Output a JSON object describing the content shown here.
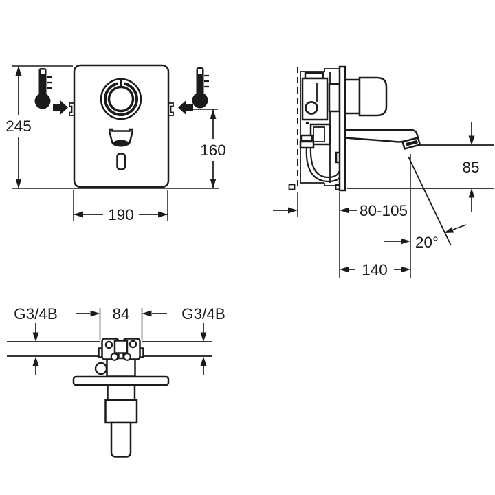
{
  "drawing": {
    "colors": {
      "background": "#ffffff",
      "line": "#1b1b1b"
    },
    "icons": {
      "left_temperature": "thermometer-icon",
      "right_temperature": "thermometer-icon",
      "left_inlet": "arrow-right-icon",
      "right_inlet": "arrow-left-icon"
    },
    "front_view": {
      "dim_height": "245",
      "dim_inlet_to_bottom": "160",
      "dim_width": "190"
    },
    "side_view": {
      "dim_outlet_height": "85",
      "dim_mounting_depth": "80-105",
      "dim_stream_angle": "20°",
      "dim_spout_reach": "140"
    },
    "bottom_view": {
      "dim_thread_left": "G3/4B",
      "dim_connection_spacing": "84",
      "dim_thread_right": "G3/4B"
    }
  }
}
